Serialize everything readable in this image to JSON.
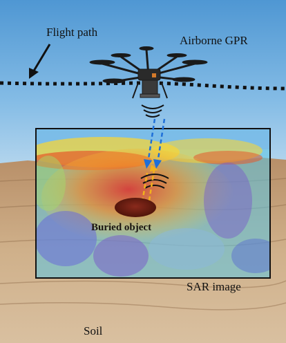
{
  "labels": {
    "flight_path": "Flight path",
    "airborne_gpr": "Airborne GPR",
    "buried_object": "Buried object",
    "sar_image": "SAR image",
    "soil": "Soil"
  },
  "colors": {
    "sky": "#5b9fd6",
    "soil": "#c2a17c",
    "flight_path": "#111111",
    "tx_signal": "#1e6fd9",
    "rx_signal": "#f2b21c"
  },
  "icons": [
    "drone-icon",
    "flight-direction-arrow-icon",
    "radar-wave-icon"
  ]
}
